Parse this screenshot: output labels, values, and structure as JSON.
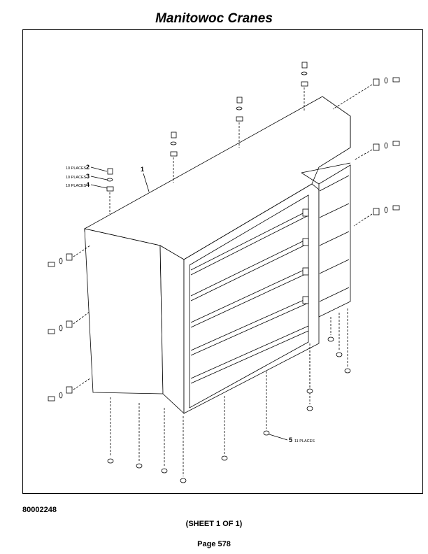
{
  "header": {
    "title": "Manitowoc Cranes"
  },
  "drawing": {
    "callouts": [
      {
        "item": "1",
        "qty_text": ""
      },
      {
        "item": "2",
        "qty_text": "10 PLACES"
      },
      {
        "item": "3",
        "qty_text": "10 PLACES"
      },
      {
        "item": "4",
        "qty_text": "10 PLACES"
      },
      {
        "item": "5",
        "qty_text": "11 PLACES"
      }
    ]
  },
  "footer": {
    "doc_number": "80002248",
    "sheet": "(SHEET 1 OF 1)",
    "page": "Page 578"
  }
}
